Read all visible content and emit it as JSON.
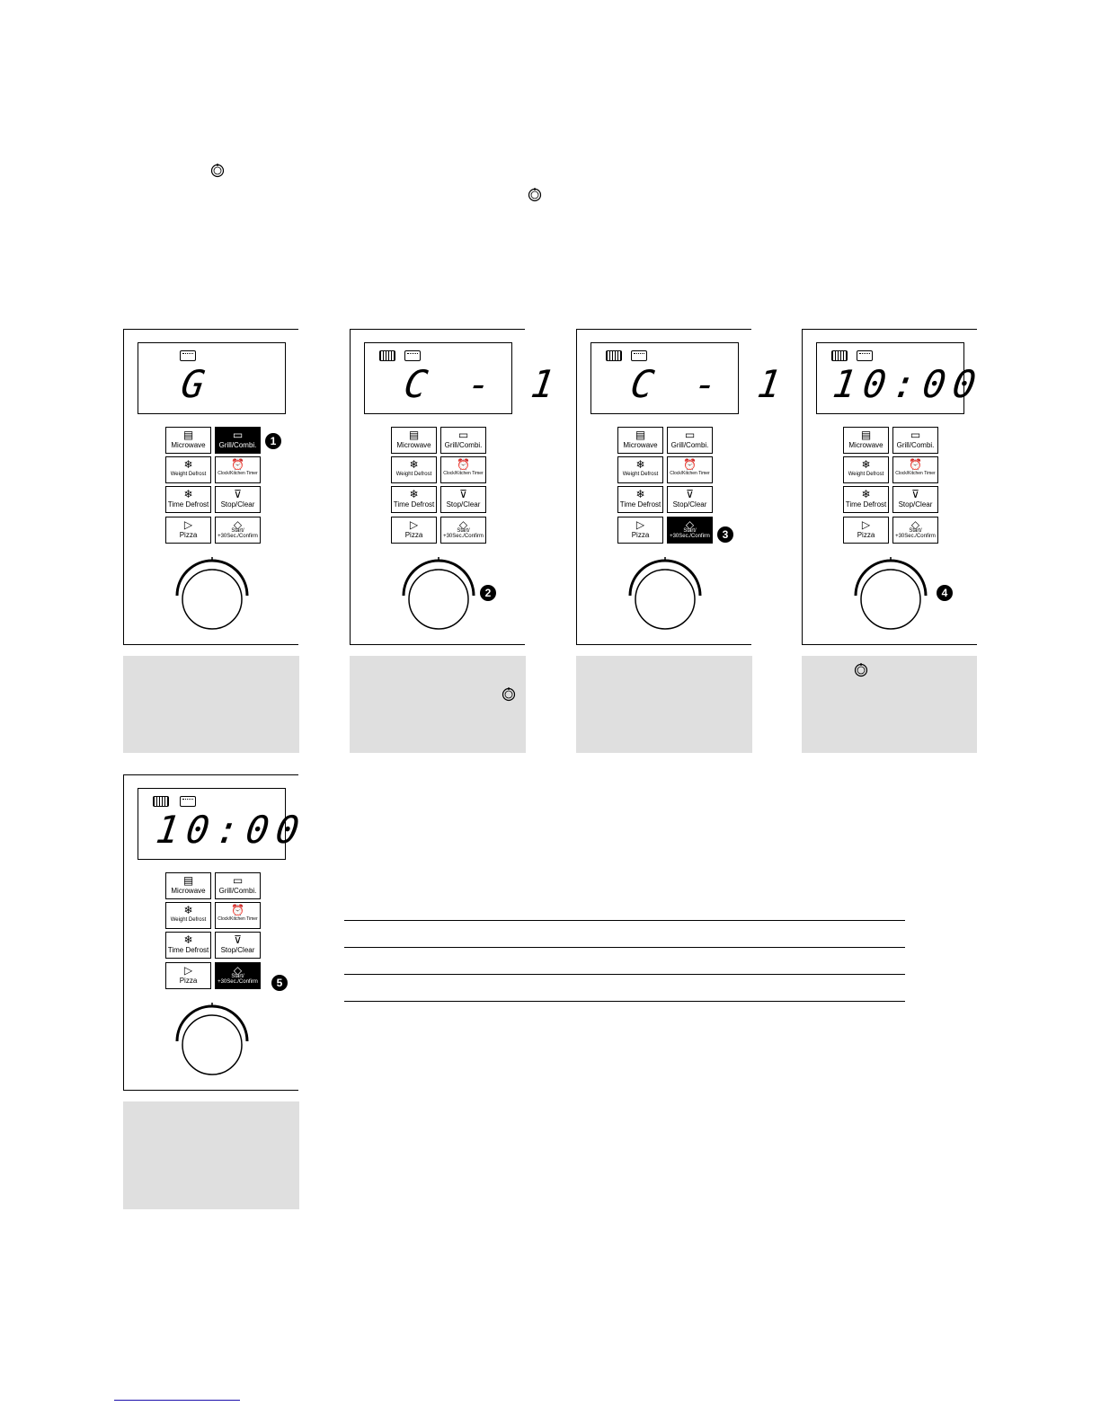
{
  "header": {
    "knob_icon_1": "dial-knob-icon",
    "knob_icon_2": "dial-knob-icon"
  },
  "buttons": {
    "microwave": "Microwave",
    "grill": "Grill/Combi.",
    "weight_defrost": "Weight Defrost",
    "clock_timer": "Clock/Kitchen Timer",
    "time_defrost": "Time Defrost",
    "stop_clear": "Stop/Clear",
    "pizza": "Pizza",
    "start_line1": "Start/",
    "start_line2": "+30Sec./Confirm"
  },
  "panels": [
    {
      "display": "G",
      "step": "❶",
      "active": "grill",
      "show_mw_icon": false
    },
    {
      "display": "C - 1",
      "step": "❷",
      "active": "dial",
      "show_mw_icon": true
    },
    {
      "display": "C - 1",
      "step": "❸",
      "active": "start",
      "show_mw_icon": true
    },
    {
      "display": "10:00",
      "step": "❹",
      "active": "dial",
      "show_mw_icon": true
    },
    {
      "display": "10:00",
      "step": "❺",
      "active": "start",
      "show_mw_icon": true
    }
  ],
  "display_values": {
    "p1": "G",
    "p2": "C - 1",
    "p3": "C - 1",
    "p4": "10:00",
    "p5": "10:00"
  },
  "steps": {
    "s1": "1",
    "s2": "2",
    "s3": "3",
    "s4": "4",
    "s5": "5"
  },
  "colors": {
    "caption_bg": "#dfdfdf",
    "active_button": "#000000"
  }
}
